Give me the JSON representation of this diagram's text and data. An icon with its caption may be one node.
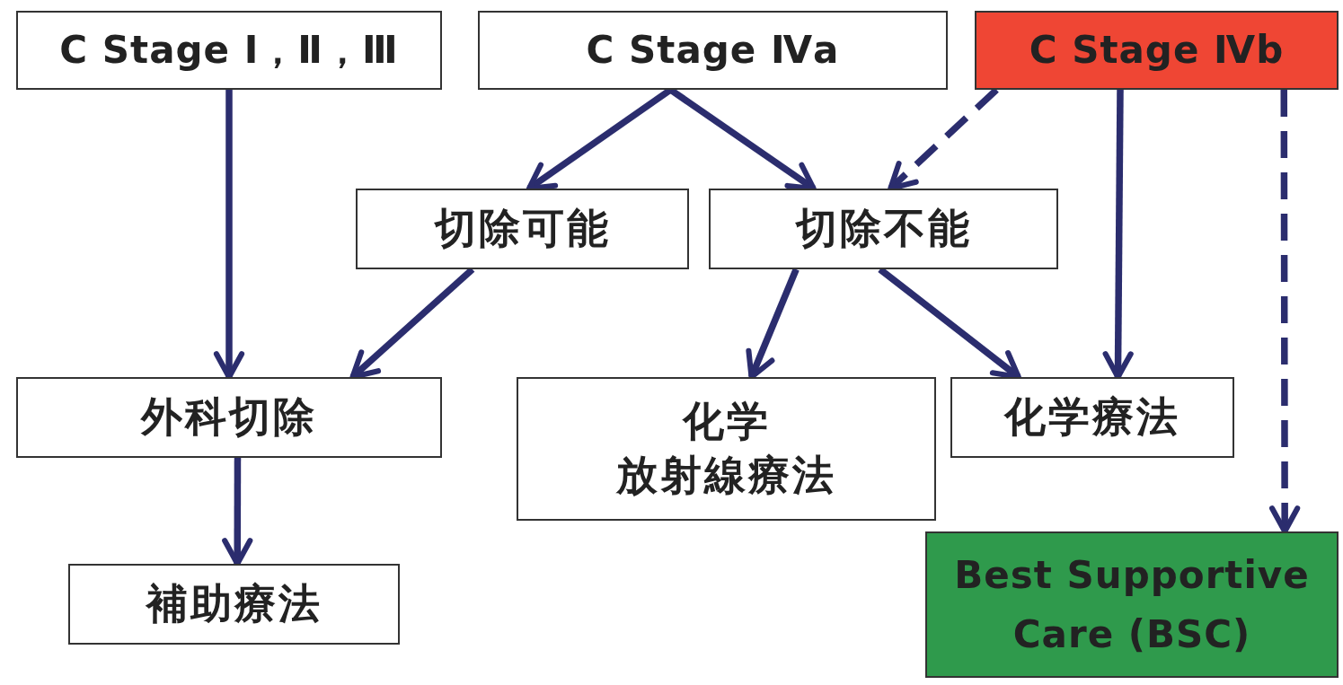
{
  "diagram": {
    "nodes": [
      {
        "text": [
          "C Stage Ⅰ，Ⅱ，Ⅲ"
        ]
      },
      {
        "text": [
          "C Stage Ⅳa"
        ]
      },
      {
        "text": [
          "C Stage Ⅳb"
        ]
      },
      {
        "text": [
          "切除可能"
        ]
      },
      {
        "text": [
          "切除不能"
        ]
      },
      {
        "text": [
          "外科切除"
        ]
      },
      {
        "text": [
          "化学放射線療法"
        ]
      },
      {
        "text": [
          "化学療法"
        ]
      },
      {
        "text": [
          "補助療法"
        ]
      },
      {
        "text": [
          "Best Supportive Care (BSC)"
        ]
      }
    ],
    "edges": [
      {
        "from": 0,
        "to": 5,
        "arrow": "to"
      },
      {
        "from": 1,
        "to": 3,
        "arrow": "to"
      },
      {
        "from": 1,
        "to": 4,
        "arrow": "to"
      },
      {
        "from": 2,
        "to": 4,
        "arrow": "to",
        "style": "dashed"
      },
      {
        "from": 2,
        "to": 7,
        "arrow": "to"
      },
      {
        "from": 2,
        "to": 9,
        "arrow": "to",
        "style": "dashed"
      },
      {
        "from": 3,
        "to": 5,
        "arrow": "to"
      },
      {
        "from": 4,
        "to": 6,
        "arrow": "to"
      },
      {
        "from": 4,
        "to": 7,
        "arrow": "to"
      },
      {
        "from": 5,
        "to": 8,
        "arrow": "to"
      }
    ]
  }
}
